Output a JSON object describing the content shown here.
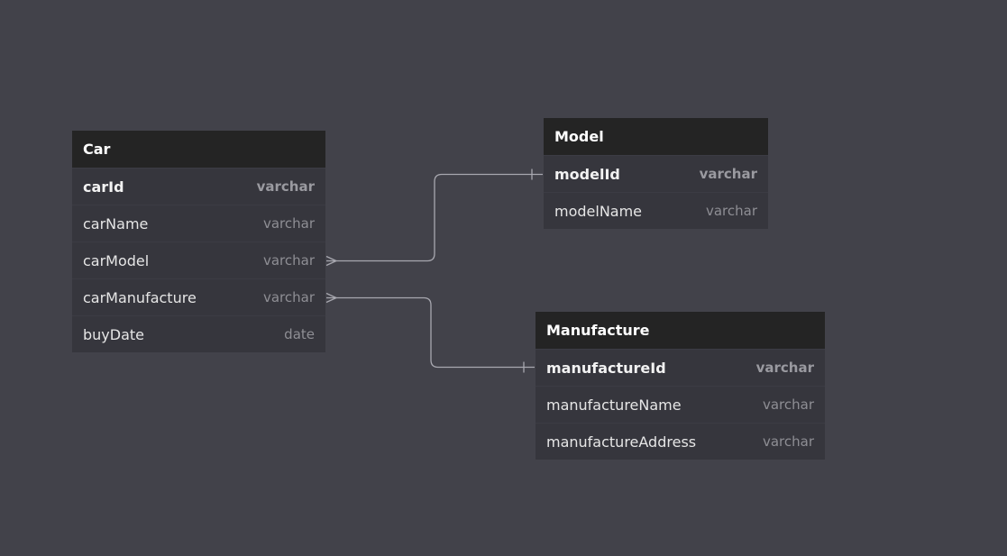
{
  "tables": {
    "car": {
      "name": "Car",
      "columns": [
        {
          "name": "carId",
          "type": "varchar",
          "pk": true
        },
        {
          "name": "carName",
          "type": "varchar"
        },
        {
          "name": "carModel",
          "type": "varchar"
        },
        {
          "name": "carManufacture",
          "type": "varchar"
        },
        {
          "name": "buyDate",
          "type": "date"
        }
      ]
    },
    "model": {
      "name": "Model",
      "columns": [
        {
          "name": "modelId",
          "type": "varchar",
          "pk": true
        },
        {
          "name": "modelName",
          "type": "varchar"
        }
      ]
    },
    "manufacture": {
      "name": "Manufacture",
      "columns": [
        {
          "name": "manufactureId",
          "type": "varchar",
          "pk": true
        },
        {
          "name": "manufactureName",
          "type": "varchar"
        },
        {
          "name": "manufactureAddress",
          "type": "varchar"
        }
      ]
    }
  },
  "relationships": [
    {
      "from": "Car.carModel",
      "to": "Model.modelId",
      "from_cardinality": "many",
      "to_cardinality": "one"
    },
    {
      "from": "Car.carManufacture",
      "to": "Manufacture.manufactureId",
      "from_cardinality": "many",
      "to_cardinality": "one"
    }
  ],
  "colors": {
    "canvas": "#42424a",
    "header": "#242424",
    "body": "#36363d",
    "connector": "#a8a8b0"
  }
}
